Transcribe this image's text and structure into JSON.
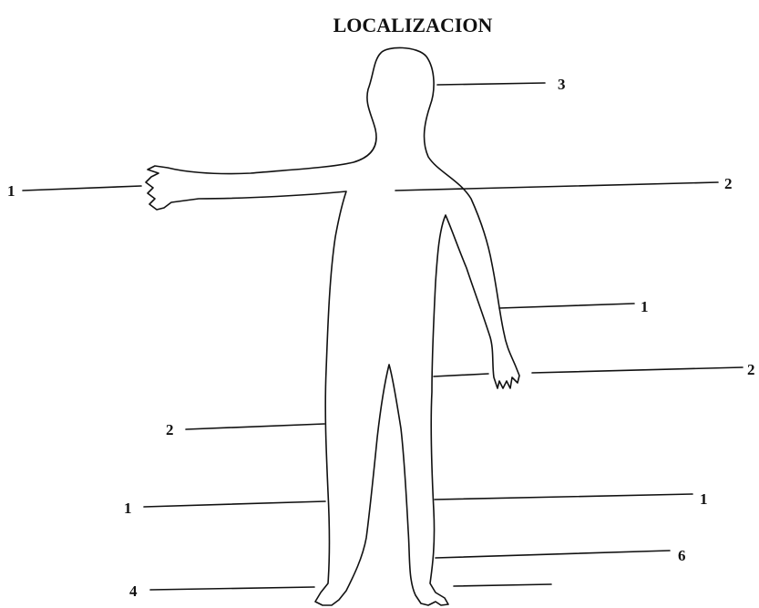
{
  "title": "LOCALIZACION",
  "labels": [
    "3",
    "1",
    "2",
    "1",
    "2",
    "2",
    "1",
    "1",
    "6",
    "4"
  ]
}
